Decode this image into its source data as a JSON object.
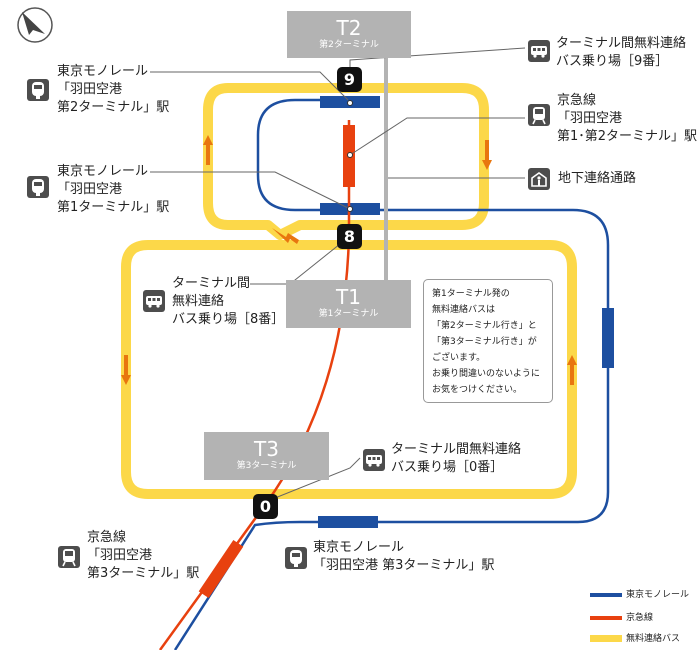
{
  "colors": {
    "monorail": "#1d4fa0",
    "keikyu": "#e8410f",
    "bus": "#fcd849",
    "terminal_box": "#b3b3b3",
    "underground_passage": "#b3b3b3"
  },
  "compass_icon": "north-arrow-icon",
  "terminals": {
    "t2": {
      "name": "T2",
      "sub": "第2ターミナル"
    },
    "t1": {
      "name": "T1",
      "sub": "第1ターミナル"
    },
    "t3": {
      "name": "T3",
      "sub": "第3ターミナル"
    }
  },
  "badges": {
    "stop9": "9",
    "stop8": "8",
    "stop0": "0"
  },
  "labels": {
    "bus9": {
      "icon": "bus-icon",
      "lines": [
        "ターミナル間無料連絡",
        "バス乗り場［9番］"
      ]
    },
    "mono_t2": {
      "icon": "monorail-icon",
      "lines": [
        "東京モノレール",
        "「羽田空港",
        "第2ターミナル」駅"
      ]
    },
    "keikyu_t12": {
      "icon": "train-icon",
      "lines": [
        "京急線",
        "「羽田空港",
        "第1･第2ターミナル」駅"
      ]
    },
    "underground": {
      "icon": "underground-passage-icon",
      "lines": [
        "地下連絡通路"
      ]
    },
    "mono_t1": {
      "icon": "monorail-icon",
      "lines": [
        "東京モノレール",
        "「羽田空港",
        "第1ターミナル」駅"
      ]
    },
    "bus8": {
      "icon": "bus-icon",
      "lines": [
        "ターミナル間",
        "無料連絡",
        "バス乗り場［8番］"
      ]
    },
    "bus0": {
      "icon": "bus-icon",
      "lines": [
        "ターミナル間無料連絡",
        "バス乗り場［0番］"
      ]
    },
    "keikyu_t3": {
      "icon": "train-icon",
      "lines": [
        "京急線",
        "「羽田空港",
        "第3ターミナル」駅"
      ]
    },
    "mono_t3": {
      "icon": "monorail-icon",
      "lines": [
        "東京モノレール",
        "「羽田空港 第3ターミナル」駅"
      ]
    }
  },
  "note": {
    "lines": [
      "第1ターミナル発の",
      "無料連絡バスは",
      "「第2ターミナル行き」と",
      "「第3ターミナル行き」が",
      "ございます。",
      "お乗り間違いのないように",
      "お気をつけください。"
    ]
  },
  "legend": {
    "monorail": "東京モノレール",
    "keikyu": "京急線",
    "bus": "無料連絡バス"
  }
}
